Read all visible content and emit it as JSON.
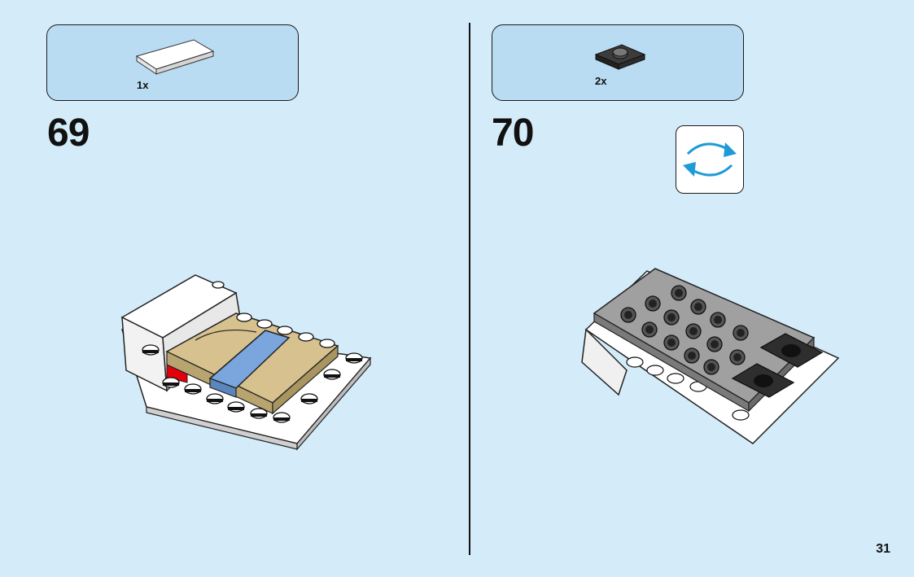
{
  "steps": [
    {
      "number": "69",
      "parts": [
        {
          "qty": "1x",
          "icon": "white-tile-2x4-icon"
        }
      ]
    },
    {
      "number": "70",
      "parts": [
        {
          "qty": "2x",
          "icon": "dark-grey-jumper-plate-icon"
        }
      ],
      "rotate_icon": "rotate-model-icon"
    }
  ],
  "page_number": "31",
  "colors": {
    "background": "#d4ecf9",
    "parts_box": "#b9dcf3",
    "rotate_arrow": "#1e9bd7",
    "tan": "#d6c18f",
    "medium_blue": "#7aa6dd",
    "dark_grey": "#9a9a9a",
    "red": "#e3000b"
  }
}
